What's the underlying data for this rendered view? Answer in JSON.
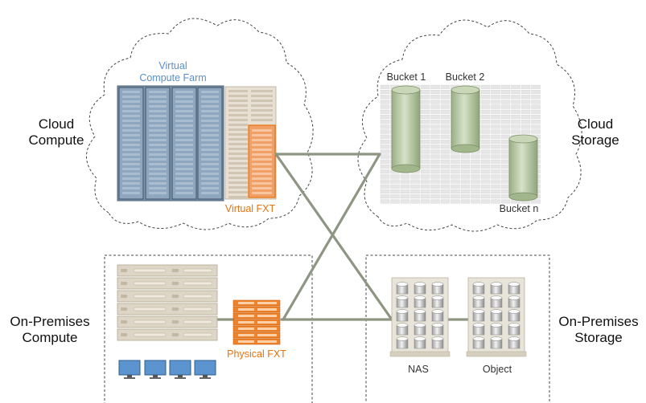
{
  "labels": {
    "cloud_compute": [
      "Cloud",
      "Compute"
    ],
    "cloud_storage": [
      "Cloud",
      "Storage"
    ],
    "onprem_compute": [
      "On-Premises",
      "Compute"
    ],
    "onprem_storage": [
      "On-Premises",
      "Storage"
    ],
    "virtual_compute_farm": [
      "Virtual",
      "Compute Farm"
    ],
    "virtual_fxt": "Virtual FXT",
    "physical_fxt": "Physical FXT",
    "bucket_1": "Bucket 1",
    "bucket_2": "Bucket 2",
    "bucket_n": "Bucket n",
    "nas": "NAS",
    "object": "Object"
  },
  "colors": {
    "virtual_label": "#5b8fc7",
    "fxt": "#e8720c",
    "compute_rack": "#8ea7bf",
    "storage_bucket": "#a8bf8f",
    "connector": "#8e9683",
    "server_beige": "#ddd5c6",
    "monitor": "#5b94cf"
  }
}
